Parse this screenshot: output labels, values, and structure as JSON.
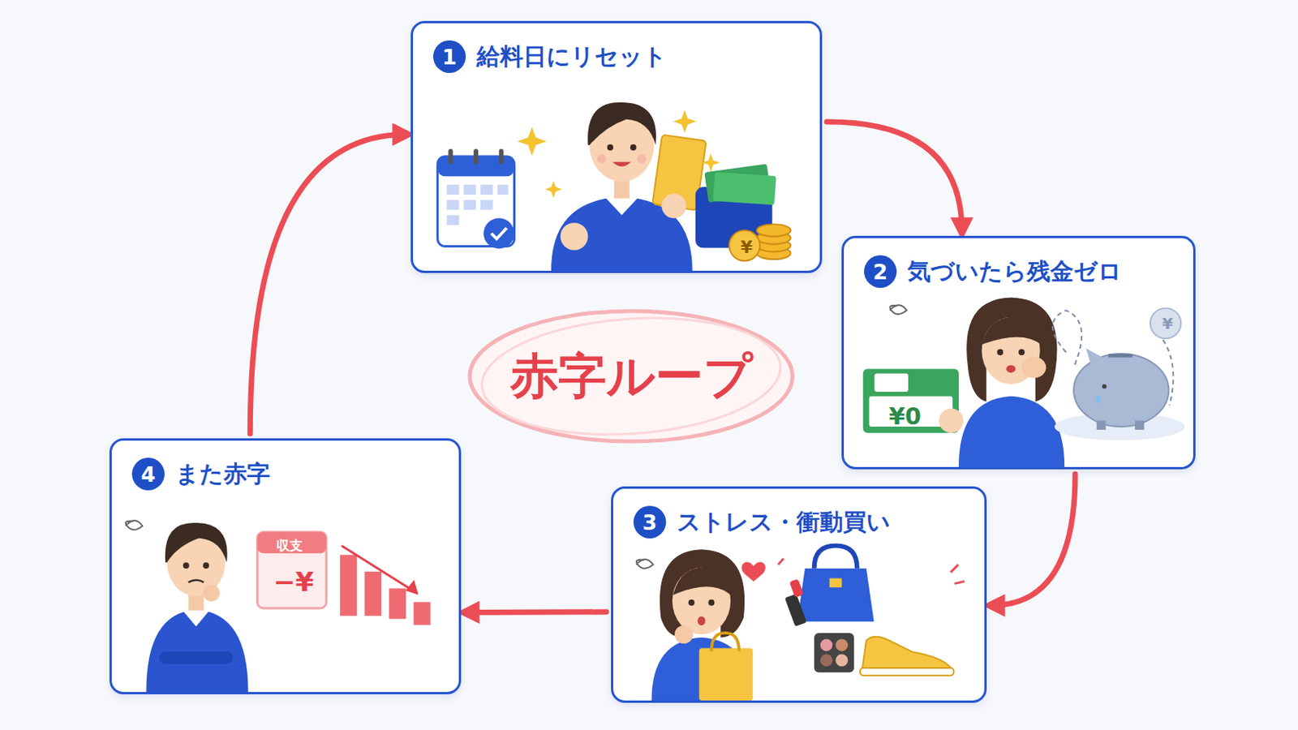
{
  "diagram": {
    "nodes": [
      {
        "text": [
          "1",
          "給料日にリセット"
        ]
      },
      {
        "text": [
          "2",
          "気づいたら残金ゼロ"
        ]
      },
      {
        "text": [
          "3",
          "ストレス・衝動買い"
        ]
      },
      {
        "text": [
          "4",
          "また赤字"
        ]
      },
      {
        "text": [
          "赤字ループ"
        ]
      }
    ],
    "edges": [
      {
        "from": 0,
        "to": 1,
        "arrow": "to"
      },
      {
        "from": 1,
        "to": 2,
        "arrow": "to"
      },
      {
        "from": 2,
        "to": 3,
        "arrow": "to"
      },
      {
        "from": 3,
        "to": 0,
        "arrow": "to"
      }
    ],
    "labels": [
      "¥",
      "¥0",
      "¥",
      "収支",
      "−¥"
    ]
  }
}
